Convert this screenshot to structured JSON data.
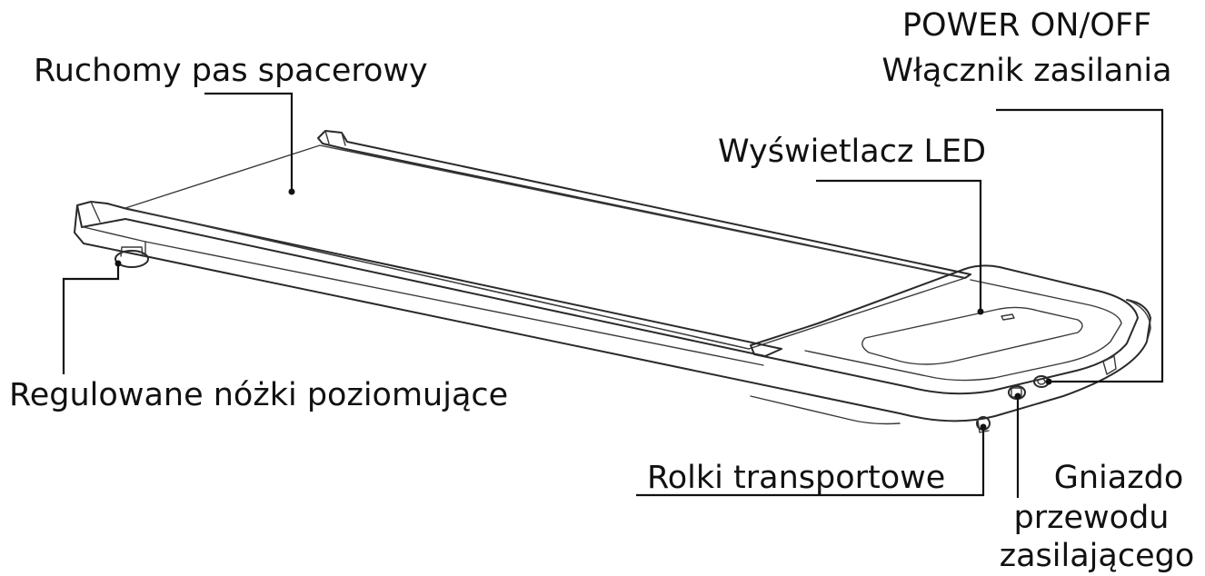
{
  "labels": {
    "belt": "Ruchomy pas spacerowy",
    "power_line1": "POWER ON/OFF",
    "power_line2": "Włącznik zasilania",
    "display": "Wyświetlacz LED",
    "feet": "Regulowane nóżki poziomujące",
    "wheels": "Rolki transportowe",
    "socket_line1": "Gniazdo",
    "socket_line2": "przewodu",
    "socket_line3": "zasilającego"
  },
  "colors": {
    "line": "#111111",
    "outline": "#2a2a2a",
    "background": "#ffffff"
  }
}
